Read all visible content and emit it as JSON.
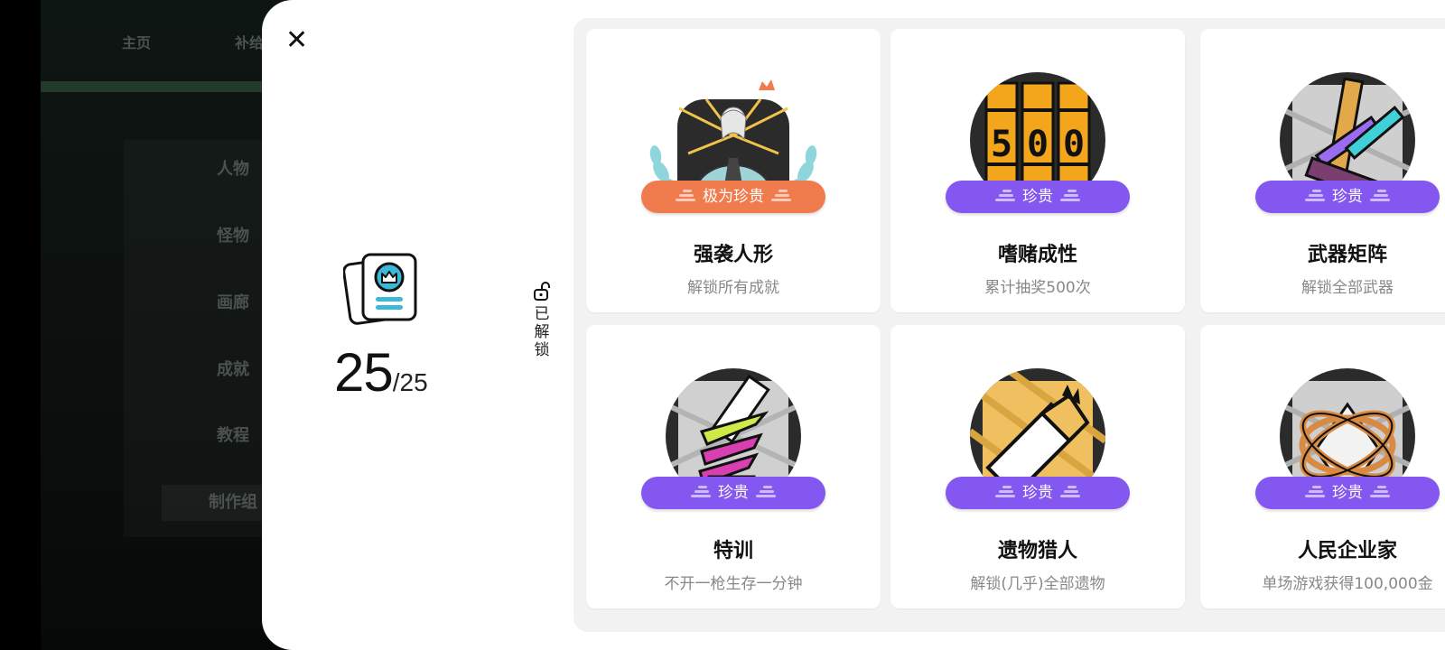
{
  "background_menu": {
    "top_nav": [
      "主页",
      "补给"
    ],
    "items": [
      "人物",
      "怪物",
      "画廊",
      "成就",
      "教程",
      "制作组"
    ]
  },
  "modal": {
    "close_icon": "close-x-icon",
    "summary": {
      "unlocked": "25",
      "total": "/25",
      "icon": "achievement-card-icon"
    },
    "unlock_label": {
      "icon": "unlock-icon",
      "text": [
        "已",
        "解",
        "锁"
      ]
    }
  },
  "achievements": [
    {
      "title": "强袭人形",
      "desc": "解锁所有成就",
      "rarity": "极为珍贵",
      "rarity_color": "#f07c4d",
      "icon": "character-on-planet-art"
    },
    {
      "title": "嗜赌成性",
      "desc": "累计抽奖500次",
      "rarity": "珍贵",
      "rarity_color": "#8357f0",
      "icon": "slot-machine-500-art"
    },
    {
      "title": "武器矩阵",
      "desc": "解锁全部武器",
      "rarity": "珍贵",
      "rarity_color": "#8357f0",
      "icon": "weapon-matrix-art"
    },
    {
      "title": "特训",
      "desc": "不开一枪生存一分钟",
      "rarity": "珍贵",
      "rarity_color": "#8357f0",
      "icon": "training-blade-art"
    },
    {
      "title": "遗物猎人",
      "desc": "解锁(几乎)全部遗物",
      "rarity": "珍贵",
      "rarity_color": "#8357f0",
      "icon": "relic-hunter-art"
    },
    {
      "title": "人民企业家",
      "desc": "单场游戏获得100,000金",
      "rarity": "珍贵",
      "rarity_color": "#8357f0",
      "icon": "entrepreneur-art"
    }
  ],
  "colors": {
    "epic": "#f07c4d",
    "rare": "#8357f0",
    "icon_accent": "#3bb9d6"
  }
}
